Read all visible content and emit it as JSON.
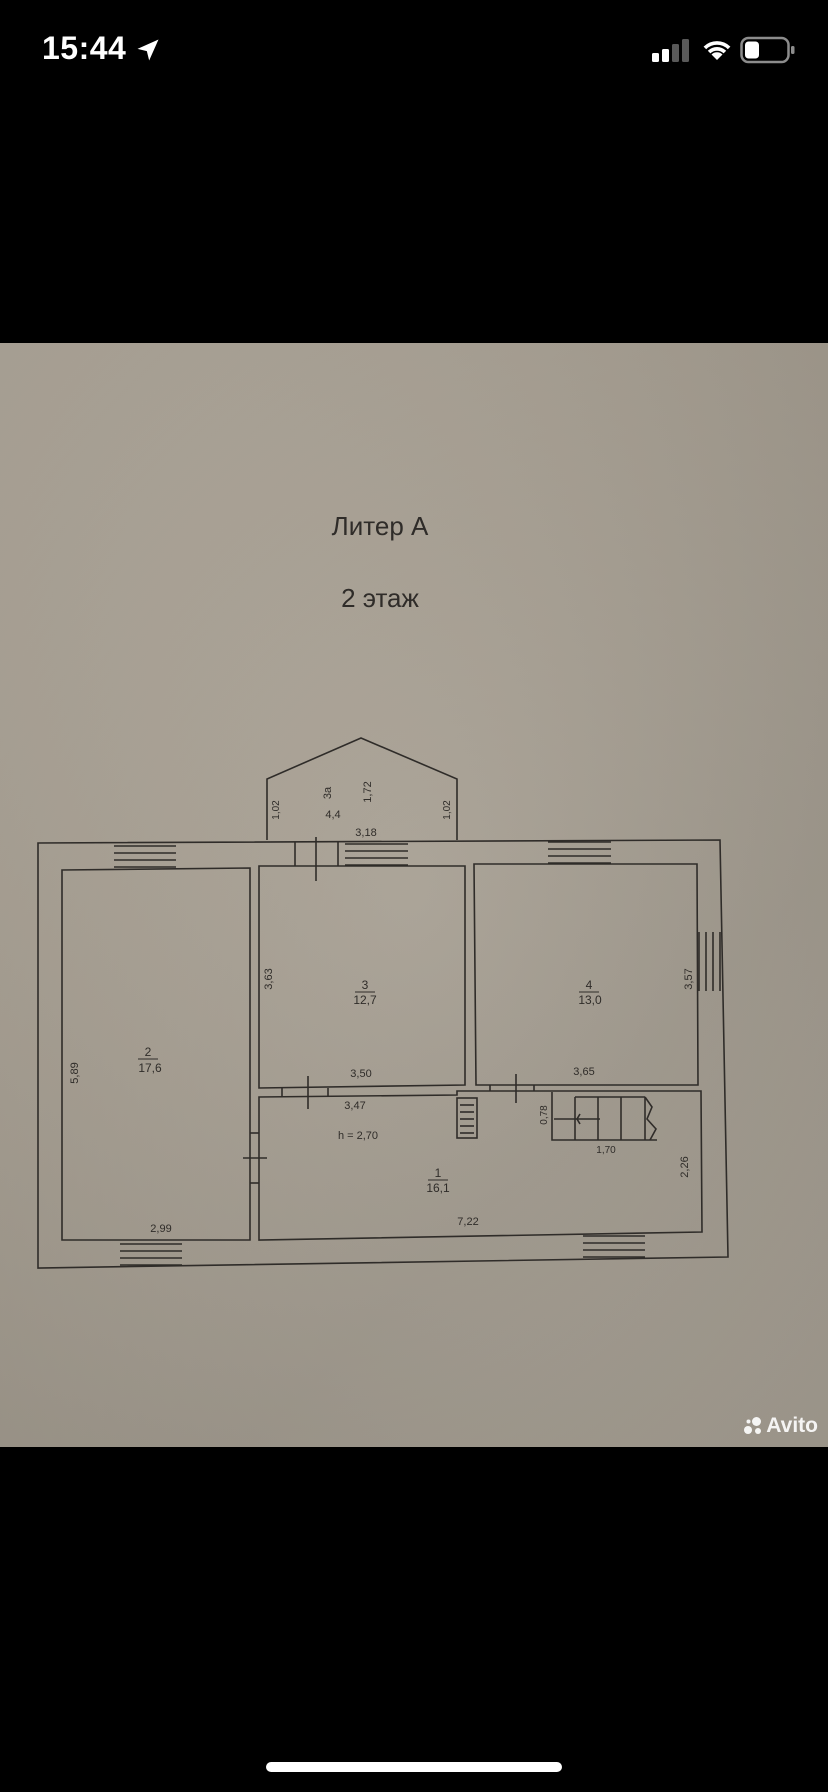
{
  "status_bar": {
    "time": "15:44",
    "signal_bars": 2,
    "battery_level": 0.35,
    "icons": [
      "location-arrow-icon",
      "cellular-signal-icon",
      "wifi-icon",
      "battery-icon"
    ]
  },
  "plan": {
    "title": "Литер А",
    "floor": "2 этаж",
    "line_color": "#2f2c29",
    "paper_color": "#aaa295",
    "rooms": [
      {
        "number": "2",
        "area": "17,6"
      },
      {
        "number": "3",
        "area": "12,7"
      },
      {
        "number": "4",
        "area": "13,0"
      },
      {
        "number": "1",
        "area": "16,1"
      },
      {
        "number": "3а",
        "area": "4,4"
      }
    ],
    "dimensions": {
      "room2_height": "5,89",
      "room2_width": "2,99",
      "room3_height": "3,63",
      "room3_width": "3,50",
      "room4_height": "3,57",
      "room4_width": "3,65",
      "hall_width_top": "3,47",
      "hall_width_bottom": "7,22",
      "hall_height": "2,26",
      "hall_ceiling": "h = 2,70",
      "stairs_width": "1,70",
      "stairs_depth": "0,78",
      "bay_left": "1,02",
      "bay_right": "1,02",
      "bay_depth": "1,72",
      "bay_width": "3,18"
    }
  },
  "watermark": {
    "text": "Avito",
    "icon": "avito-logo-icon"
  },
  "home_indicator": {
    "icon": "home-indicator-bar"
  }
}
